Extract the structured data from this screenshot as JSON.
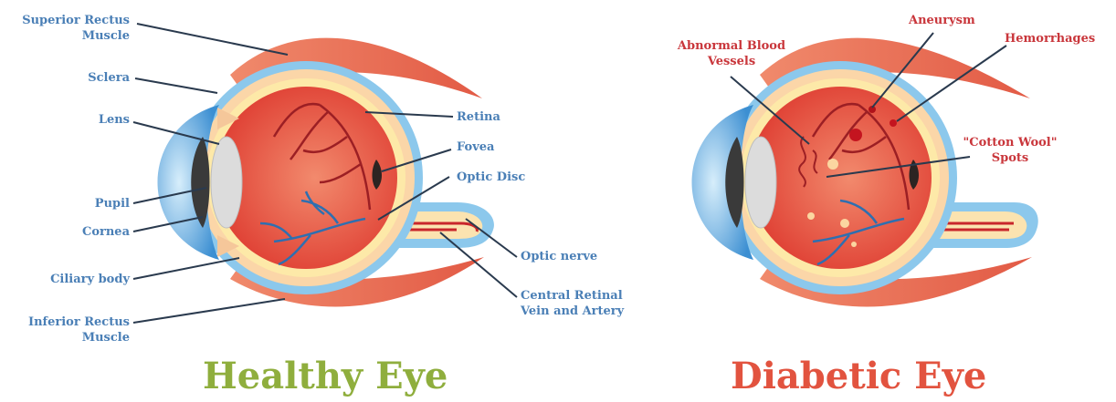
{
  "healthy": {
    "title": "Healthy Eye",
    "title_color": "#8fae3d",
    "labels": {
      "superior_rectus": "Superior Rectus\nMuscle",
      "sclera": "Sclera",
      "lens": "Lens",
      "pupil": "Pupil",
      "cornea": "Cornea",
      "ciliary_body": "Ciliary body",
      "inferior_rectus": "Inferior Rectus\nMuscle",
      "retina": "Retina",
      "fovea": "Fovea",
      "optic_disc": "Optic Disc",
      "optic_nerve": "Optic nerve",
      "central_retinal": "Central Retinal\nVein and Artery"
    }
  },
  "diabetic": {
    "title": "Diabetic Eye",
    "title_color": "#e2533f",
    "labels": {
      "abnormal_vessels": "Abnormal Blood\nVessels",
      "aneurysm": "Aneurysm",
      "hemorrhages": "Hemorrhages",
      "cotton_wool": "\"Cotton Wool\"\nSpots"
    }
  },
  "colors": {
    "label_blue": "#4a7fb6",
    "label_red": "#c9363b",
    "muscle": "#e8735a",
    "sclera_blue": "#6fb4e3",
    "vitreous": "#e4473a",
    "retina_yellow": "#fde9a8"
  }
}
